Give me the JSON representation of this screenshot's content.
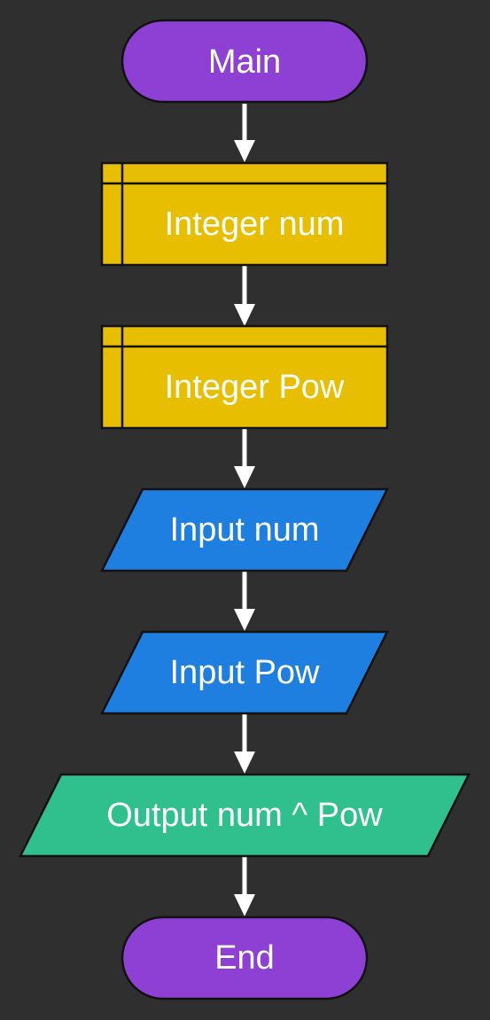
{
  "diagram": {
    "background": "#2f2f2f",
    "nodes": [
      {
        "id": "main",
        "shape": "terminal",
        "label": "Main",
        "color": "#8e3fd4"
      },
      {
        "id": "declare-num",
        "shape": "declare",
        "label": "Integer num",
        "color": "#e8bf00"
      },
      {
        "id": "declare-pow",
        "shape": "declare",
        "label": "Integer Pow",
        "color": "#e8bf00"
      },
      {
        "id": "input-num",
        "shape": "input-output",
        "label": "Input num",
        "color": "#1f7fe0"
      },
      {
        "id": "input-pow",
        "shape": "input-output",
        "label": "Input Pow",
        "color": "#1f7fe0"
      },
      {
        "id": "output",
        "shape": "input-output",
        "label": "Output num ^ Pow",
        "color": "#2fc08e"
      },
      {
        "id": "end",
        "shape": "terminal",
        "label": "End",
        "color": "#8e3fd4"
      }
    ],
    "edges": [
      {
        "from": "main",
        "to": "declare-num"
      },
      {
        "from": "declare-num",
        "to": "declare-pow"
      },
      {
        "from": "declare-pow",
        "to": "input-num"
      },
      {
        "from": "input-num",
        "to": "input-pow"
      },
      {
        "from": "input-pow",
        "to": "output"
      },
      {
        "from": "output",
        "to": "end"
      }
    ]
  }
}
